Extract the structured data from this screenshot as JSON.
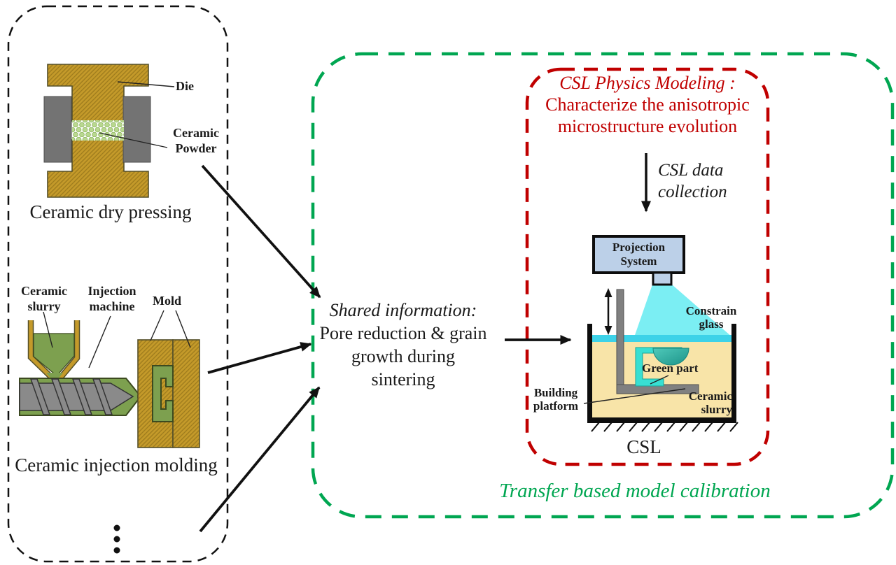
{
  "colors": {
    "accent_red": "#C00000",
    "accent_green": "#00A651",
    "black": "#111111",
    "goldenrod": "#C49A2A",
    "goldenrod_hatch": "#A07D1E",
    "olive_green": "#7DA04F",
    "machine_gray": "#8A8A8A",
    "punch_gray": "#737373",
    "powder_green": "#B9D890",
    "projector_blue": "#BCD0E8",
    "cone_cyan": "#7BEEF3",
    "glass_cyan": "#3DD2E8",
    "slurry_tan": "#F8E4A8",
    "green_part_turquoise": "#38DFD2",
    "green_part_teal": "#2AA79B"
  },
  "left_panel": {
    "dry_pressing": {
      "caption": "Ceramic dry pressing",
      "die_label": "Die",
      "powder_label": "Ceramic\nPowder"
    },
    "injection_molding": {
      "caption": "Ceramic injection molding",
      "slurry_label": "Ceramic\nslurry",
      "machine_label": "Injection\nmachine",
      "mold_label": "Mold"
    }
  },
  "shared_info": {
    "title": "Shared information:",
    "body": "Pore reduction & grain growth during sintering"
  },
  "csl_panel": {
    "modeling_title": "CSL Physics Modeling :",
    "modeling_body": "Characterize the anisotropic microstructure evolution",
    "data_collection_label": "CSL data\ncollection",
    "apparatus": {
      "projector": "Projection\nSystem",
      "constrain_glass": "Constrain\nglass",
      "green_part": "Green part",
      "building_platform": "Building\nplatform",
      "ceramic_slurry": "Ceramic\nslurry",
      "caption": "CSL"
    },
    "transfer_caption": "Transfer based model calibration"
  }
}
